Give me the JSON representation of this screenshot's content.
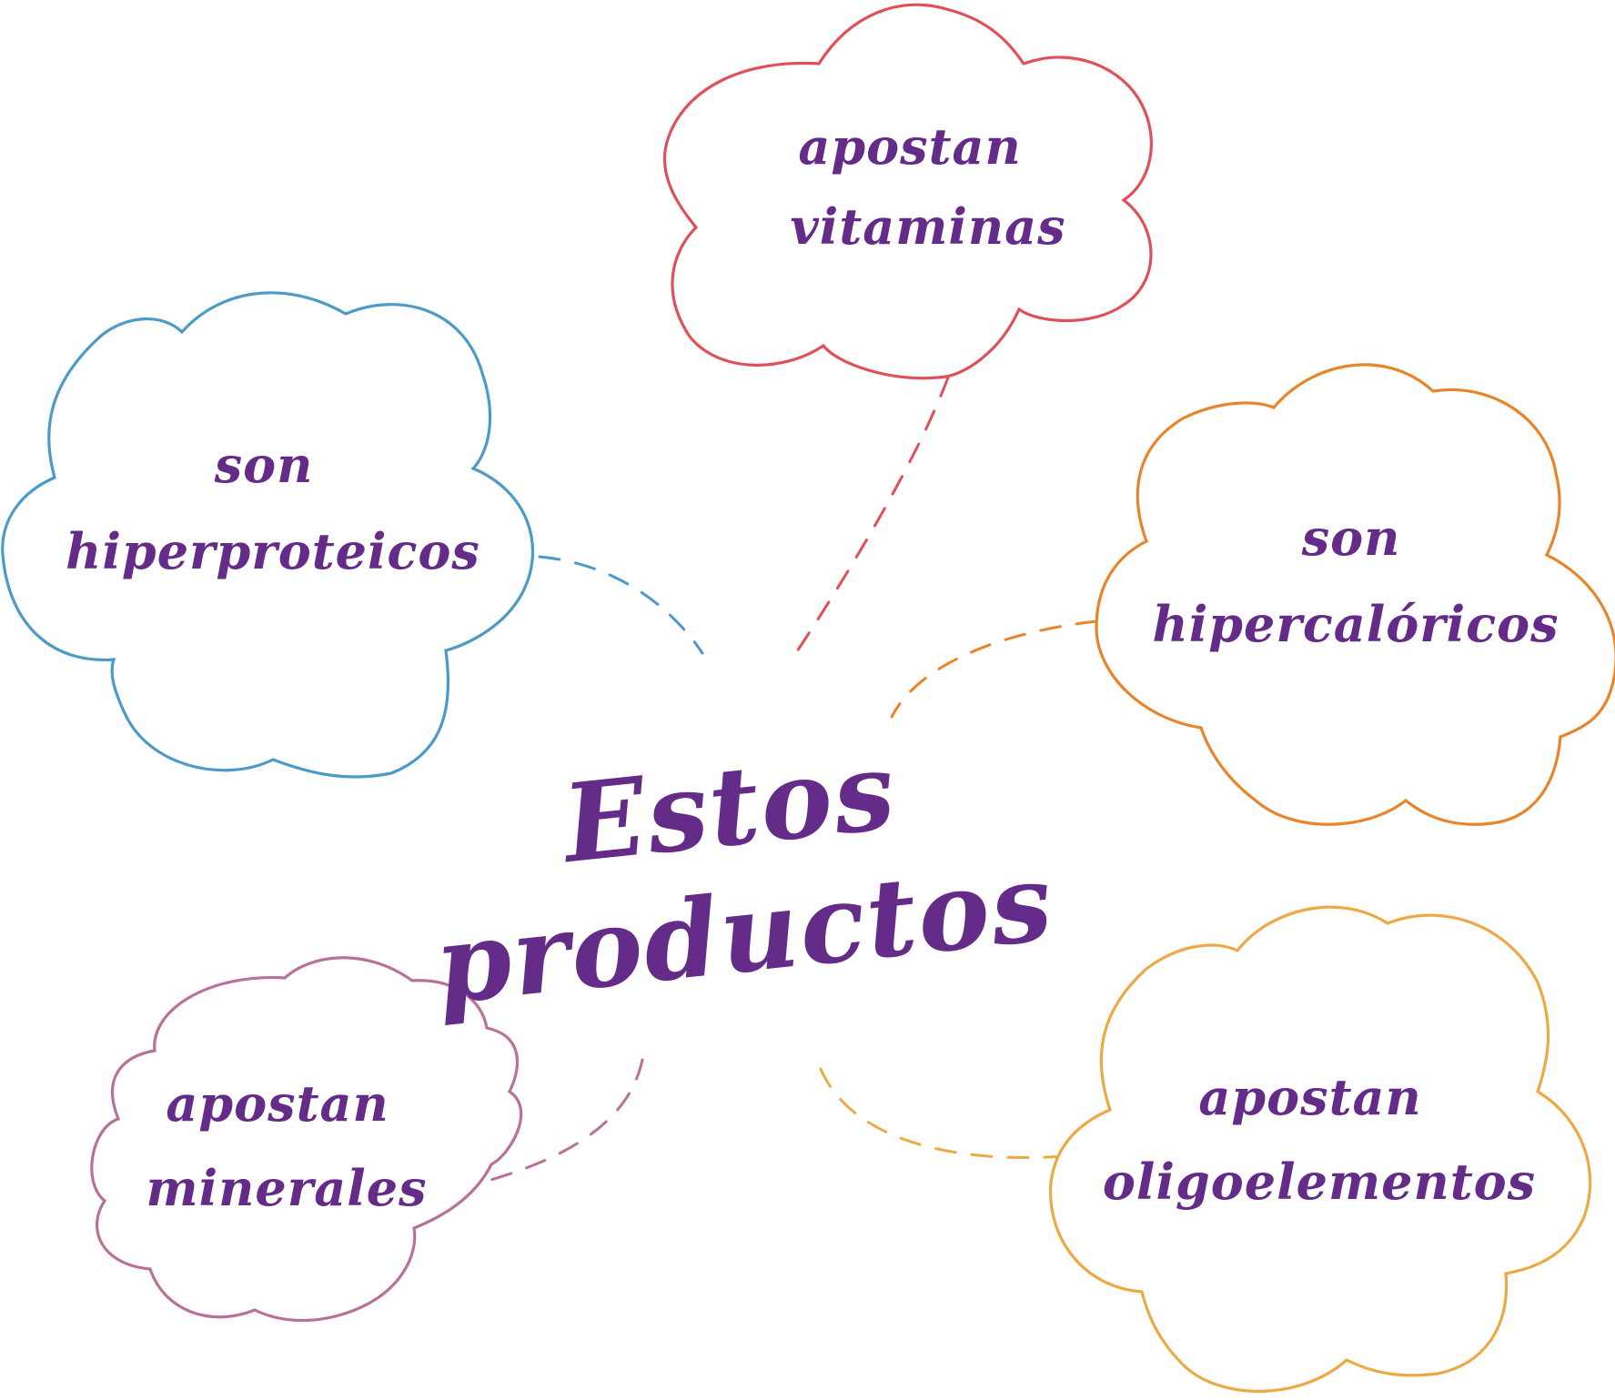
{
  "diagram": {
    "type": "concept-map",
    "center": {
      "lines": [
        "Estos",
        "productos"
      ],
      "color": "#642b88"
    },
    "nodes": [
      {
        "id": "vitaminas",
        "lines": [
          "apostan",
          "vitaminas"
        ],
        "outline_color": "#e0505a"
      },
      {
        "id": "hiperproteicos",
        "lines": [
          "son",
          "hiperproteicos"
        ],
        "outline_color": "#4b9ac8"
      },
      {
        "id": "hipercaloricos",
        "lines": [
          "son",
          "hipercalóricos"
        ],
        "outline_color": "#e8842a"
      },
      {
        "id": "oligoelementos",
        "lines": [
          "apostan",
          "oligoelementos"
        ],
        "outline_color": "#ebaa45"
      },
      {
        "id": "minerales",
        "lines": [
          "apostan",
          "minerales"
        ],
        "outline_color": "#b87197"
      }
    ],
    "edges": [
      {
        "from": "center",
        "to": "vitaminas",
        "style": "dashed",
        "color": "#e0505a"
      },
      {
        "from": "center",
        "to": "hiperproteicos",
        "style": "dashed",
        "color": "#4b9ac8"
      },
      {
        "from": "center",
        "to": "hipercaloricos",
        "style": "dashed",
        "color": "#e8842a"
      },
      {
        "from": "center",
        "to": "oligoelementos",
        "style": "dashed",
        "color": "#ebaa45"
      },
      {
        "from": "center",
        "to": "minerales",
        "style": "dashed",
        "color": "#b87197"
      }
    ]
  }
}
